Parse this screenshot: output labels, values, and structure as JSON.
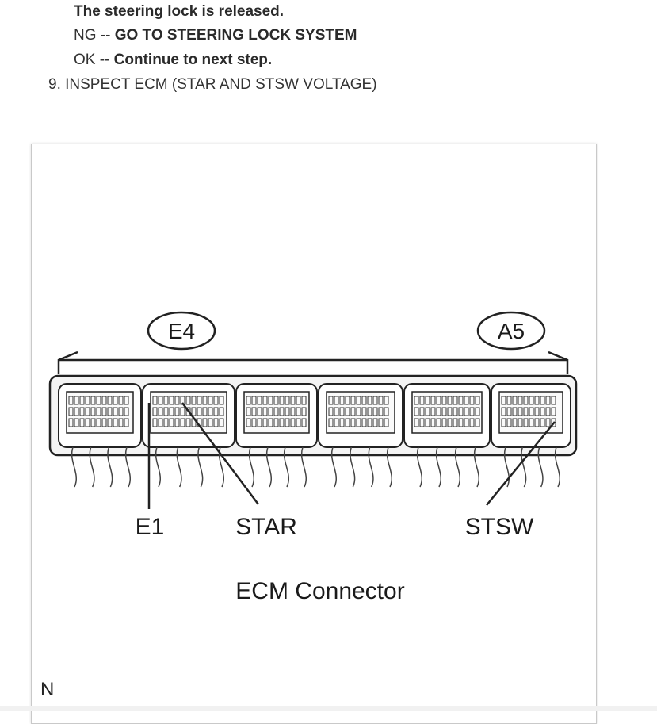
{
  "steps": {
    "result_line": "The steering lock is released.",
    "ng_prefix": "NG --",
    "ng_action": "GO TO STEERING LOCK SYSTEM",
    "ok_prefix": "OK --",
    "ok_action": "Continue to next step.",
    "step9_title": "9. INSPECT ECM (STAR AND STSW VOLTAGE)"
  },
  "figure": {
    "connector_left_tag": "E4",
    "connector_right_tag": "A5",
    "pin_labels": {
      "e1": "E1",
      "star": "STAR",
      "stsw": "STSW"
    },
    "caption": "ECM Connector",
    "corner_mark": "N"
  }
}
